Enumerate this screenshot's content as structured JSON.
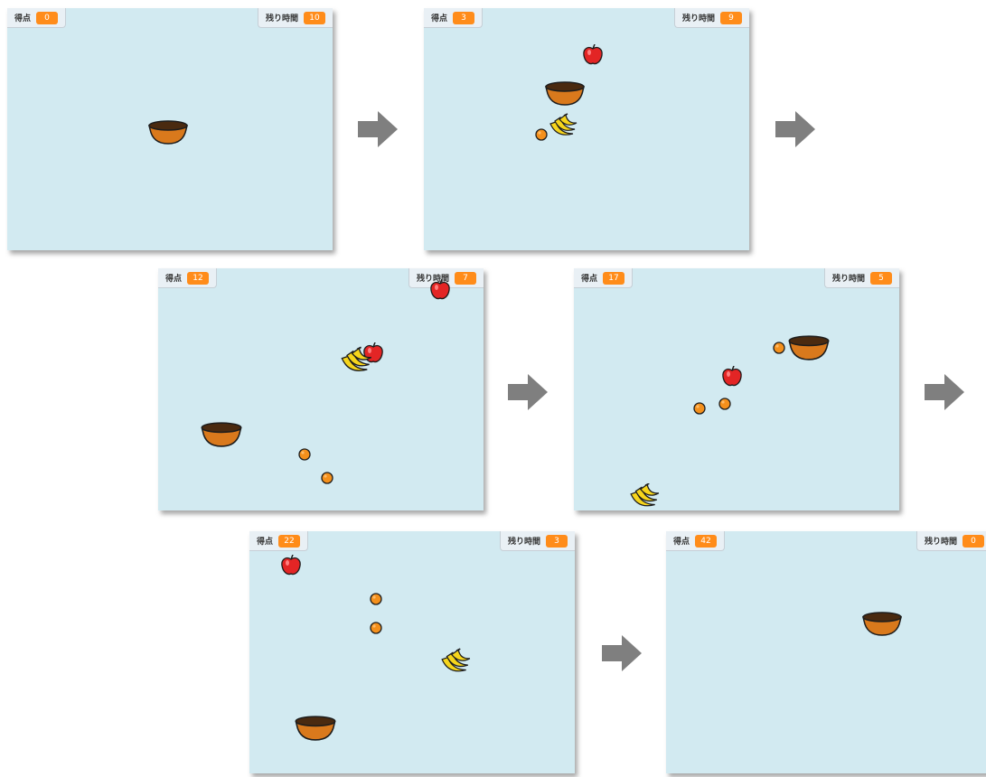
{
  "labels": {
    "score": "得点",
    "time": "残り時間"
  },
  "frames": [
    {
      "score": "0",
      "time": "10"
    },
    {
      "score": "3",
      "time": "9"
    },
    {
      "score": "12",
      "time": "7"
    },
    {
      "score": "17",
      "time": "5"
    },
    {
      "score": "22",
      "time": "3"
    },
    {
      "score": "42",
      "time": "0"
    }
  ],
  "colors": {
    "stage": "#d2eaf1",
    "monitor_value": "#ff8c1a",
    "bowl": "#d9791c",
    "bowl_inner": "#4a2a10",
    "apple": "#e32525",
    "orange": "#f4901c",
    "banana": "#f6d51c",
    "arrow": "#7f7f7f"
  },
  "sprites": [
    "bowl-icon",
    "apple-icon",
    "orange-icon",
    "banana-icon"
  ]
}
